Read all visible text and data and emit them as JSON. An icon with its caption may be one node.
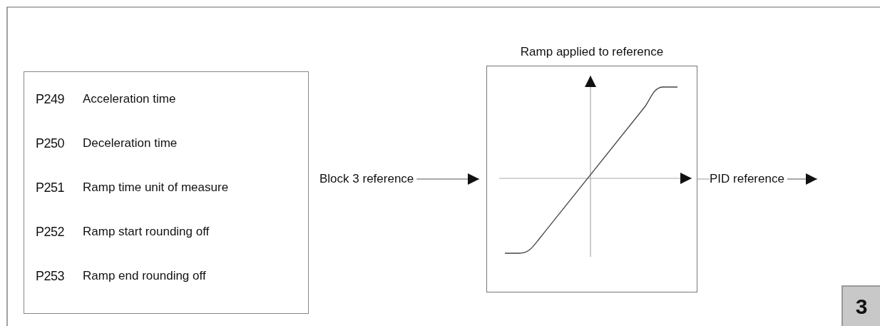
{
  "diagram": {
    "nodes": [
      {
        "text": [
          "P249",
          "Acceleration time",
          "P250",
          "Deceleration time",
          "P251",
          "Ramp time unit of measure",
          "P252",
          "Ramp start rounding off",
          "P253",
          "Ramp end rounding off"
        ]
      },
      {
        "text": [
          "Block 3 reference"
        ]
      },
      {
        "text": [
          "Ramp applied to reference"
        ]
      },
      {
        "text": [
          "PID reference"
        ]
      },
      {
        "text": [
          "3"
        ]
      }
    ],
    "edges": [
      {
        "from": 1,
        "to": 2,
        "arrow": "to"
      },
      {
        "from": 2,
        "to": 3,
        "arrow": "none"
      },
      {
        "from": 3,
        "to": null,
        "arrow": "to"
      }
    ]
  }
}
